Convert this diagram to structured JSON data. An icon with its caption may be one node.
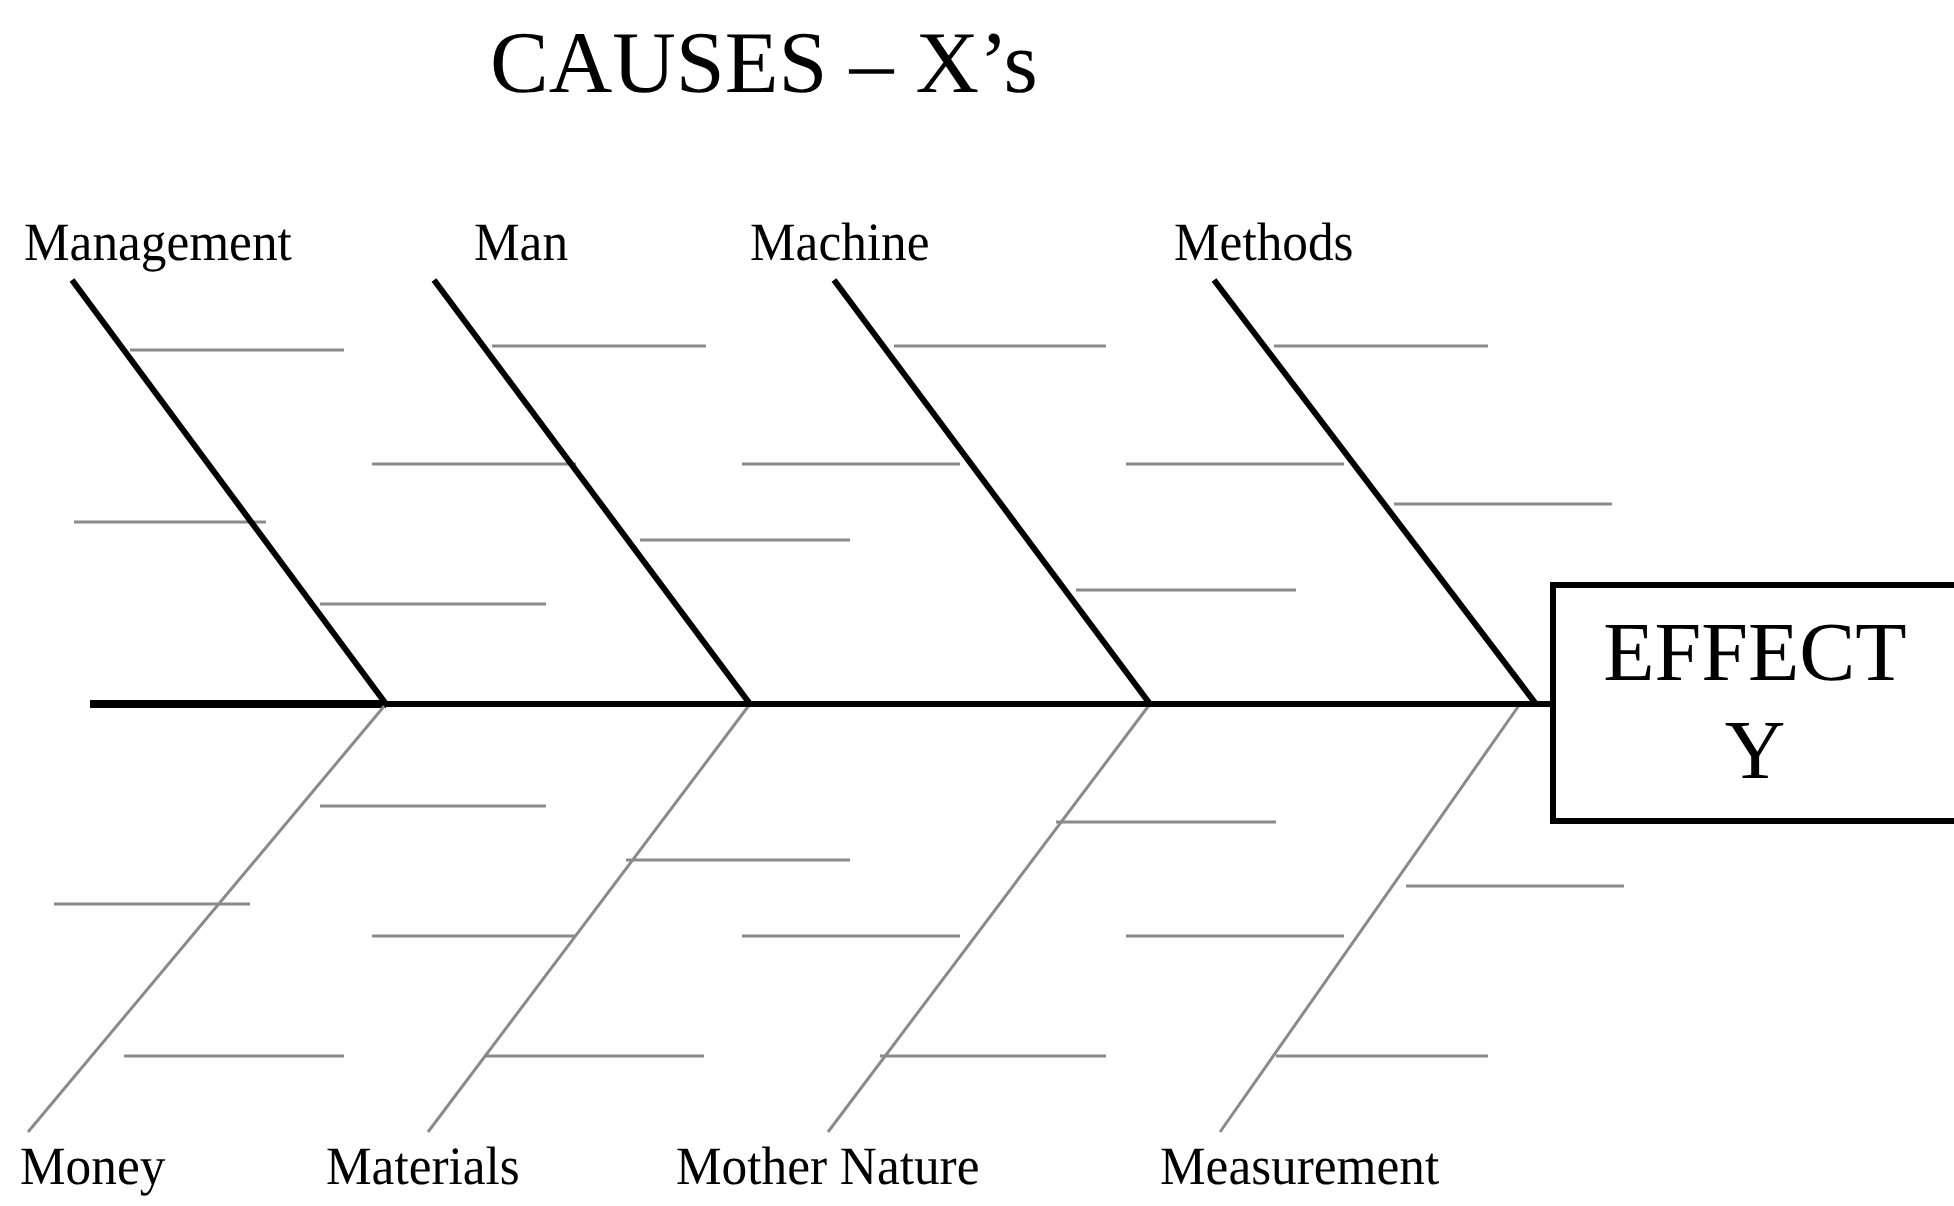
{
  "diagram": {
    "title": "CAUSES – X’s",
    "nodes": [
      {
        "text": [
          "Management"
        ]
      },
      {
        "text": [
          "Man"
        ]
      },
      {
        "text": [
          "Machine"
        ]
      },
      {
        "text": [
          "Methods"
        ]
      },
      {
        "text": [
          "Money"
        ]
      },
      {
        "text": [
          "Materials"
        ]
      },
      {
        "text": [
          "Mother Nature"
        ]
      },
      {
        "text": [
          "Measurement"
        ]
      },
      {
        "text": [
          "EFFECT Y"
        ]
      }
    ],
    "edges": [
      {
        "from": 0,
        "to": 8,
        "arrow": "none",
        "style": "thick"
      },
      {
        "from": 1,
        "to": 8,
        "arrow": "none",
        "style": "thick"
      },
      {
        "from": 2,
        "to": 8,
        "arrow": "none",
        "style": "thick"
      },
      {
        "from": 3,
        "to": 8,
        "arrow": "none",
        "style": "thick"
      },
      {
        "from": 4,
        "to": 8,
        "arrow": "none",
        "color": "#8a8a8a"
      },
      {
        "from": 5,
        "to": 8,
        "arrow": "none",
        "color": "#8a8a8a"
      },
      {
        "from": 6,
        "to": 8,
        "arrow": "none",
        "color": "#8a8a8a"
      },
      {
        "from": 7,
        "to": 8,
        "arrow": "none",
        "color": "#8a8a8a"
      }
    ]
  }
}
